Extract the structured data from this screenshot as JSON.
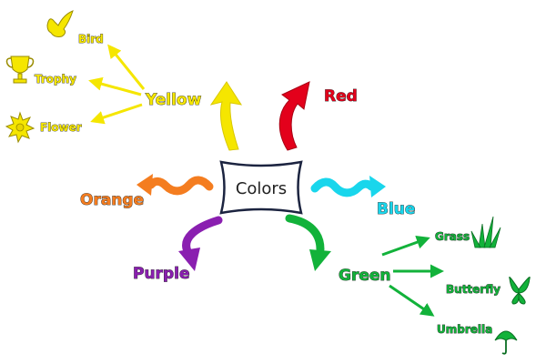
{
  "center": {
    "label": "Colors"
  },
  "branches": {
    "yellow": {
      "label": "Yellow",
      "color": "#f5e600",
      "items": [
        {
          "label": "Bird",
          "icon": "bird-icon"
        },
        {
          "label": "Trophy",
          "icon": "trophy-icon"
        },
        {
          "label": "Flower",
          "icon": "flower-icon"
        }
      ]
    },
    "red": {
      "label": "Red",
      "color": "#e3001b"
    },
    "orange": {
      "label": "Orange",
      "color": "#f47d20"
    },
    "blue": {
      "label": "Blue",
      "color": "#19d6ec"
    },
    "purple": {
      "label": "Purple",
      "color": "#8a1fb0"
    },
    "green": {
      "label": "Green",
      "color": "#12b23a",
      "items": [
        {
          "label": "Grass",
          "icon": "grass-icon"
        },
        {
          "label": "Butterfly",
          "icon": "butterfly-icon"
        },
        {
          "label": "Umbrella",
          "icon": "umbrella-icon"
        }
      ]
    }
  }
}
